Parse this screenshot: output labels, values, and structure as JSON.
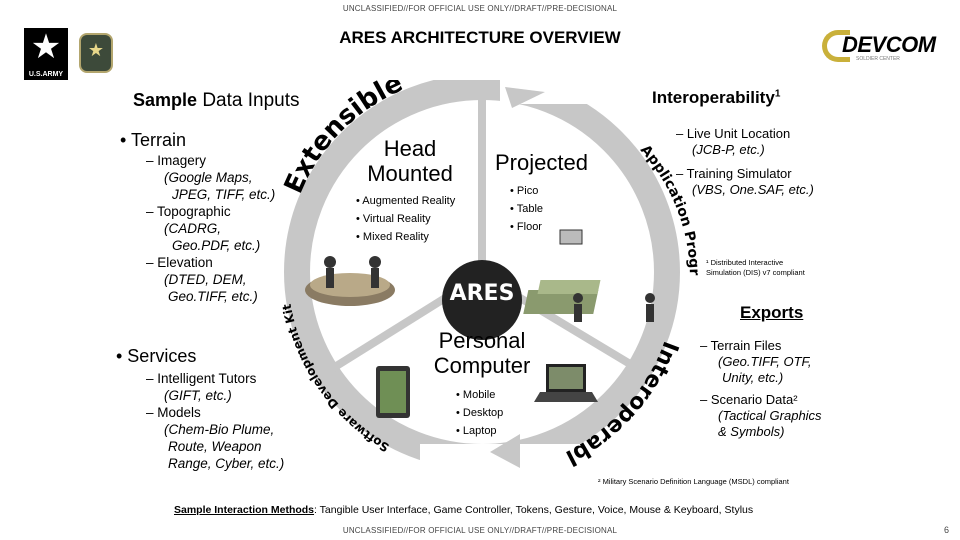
{
  "banner": {
    "top": "UNCLASSIFIED//FOR OFFICIAL USE ONLY//DRAFT//PRE-DECISIONAL",
    "bottom": "UNCLASSIFIED//FOR OFFICIAL USE ONLY//DRAFT//PRE-DECISIONAL"
  },
  "title": "ARES ARCHITECTURE OVERVIEW",
  "logos": {
    "army": "U.S.ARMY",
    "devcom": "DEVCOM",
    "devcom_sub": "SOLDIER CENTER"
  },
  "left": {
    "heading_a": "Sample",
    "heading_b": "Data Inputs",
    "terrain": "• Terrain",
    "imagery": "– Imagery",
    "imagery_detail_1": "(Google Maps,",
    "imagery_detail_2": "JPEG, TIFF, etc.)",
    "topographic": "– Topographic",
    "topographic_detail_1": "(CADRG,",
    "topographic_detail_2": "Geo.PDF, etc.)",
    "elevation": "– Elevation",
    "elevation_detail_1": "(DTED, DEM,",
    "elevation_detail_2": "Geo.TIFF, etc.)",
    "services": "• Services",
    "tutors": "– Intelligent Tutors",
    "tutors_detail": "(GIFT, etc.)",
    "models": "– Models",
    "models_detail_1": "(Chem-Bio Plume,",
    "models_detail_2": "Route, Weapon",
    "models_detail_3": "Range, Cyber, etc.)"
  },
  "circle": {
    "extensible": "Extensible",
    "api": "Application Programming Interface",
    "sdk": "Software Development Kit",
    "interoperable": "Interoperable",
    "center": "ARES"
  },
  "segments": {
    "head": "Head",
    "mounted": "Mounted",
    "head_items": [
      "• Augmented Reality",
      "• Virtual Reality",
      "• Mixed Reality"
    ],
    "projected": "Projected",
    "projected_items": [
      "• Pico",
      "• Table",
      "• Floor"
    ],
    "personal": "Personal",
    "computer": "Computer",
    "pc_items": [
      "• Mobile",
      "• Desktop",
      "• Laptop"
    ]
  },
  "right": {
    "interop_heading": "Interoperability",
    "interop_sup": "1",
    "live_1": "– Live Unit Location",
    "live_2": "(JCB-P, etc.)",
    "sim_1": "– Training Simulator",
    "sim_2": "(VBS, One.SAF, etc.)",
    "footnote1_a": "¹ Distributed Interactive",
    "footnote1_b": "Simulation (DIS) v7 compliant",
    "exports_heading": "Exports",
    "terrain_files": "– Terrain Files",
    "terrain_files_1": "(Geo.TIFF, OTF,",
    "terrain_files_2": "Unity, etc.)",
    "scenario": "– Scenario Data²",
    "scenario_1": "(Tactical Graphics",
    "scenario_2": "& Symbols)",
    "footnote2": "² Military Scenario Definition Language (MSDL) compliant"
  },
  "interaction": {
    "label": "Sample Interaction Methods",
    "text": ": Tangible User Interface, Game Controller, Tokens, Gesture, Voice, Mouse & Keyboard, Stylus"
  },
  "page_number": "6",
  "colors": {
    "ring": "#c9c9c9",
    "army_black": "#000000",
    "devcom_gold": "#c9b03a"
  }
}
